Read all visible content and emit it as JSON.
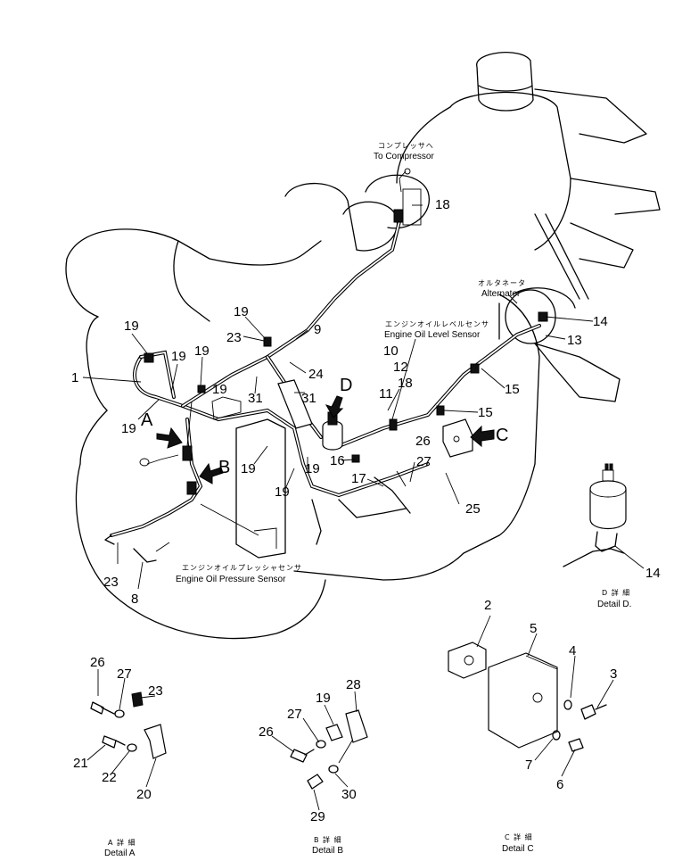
{
  "callouts": {
    "n1": "1",
    "n2": "2",
    "n3": "3",
    "n4": "4",
    "n5": "5",
    "n6": "6",
    "n7": "7",
    "n8": "8",
    "n9": "9",
    "n10": "10",
    "n11": "11",
    "n12": "12",
    "n13": "13",
    "n14": "14",
    "n14b": "14",
    "n15": "15",
    "n15b": "15",
    "n16": "16",
    "n17": "17",
    "n18": "18",
    "n18b": "18",
    "n19a": "19",
    "n19b": "19",
    "n19c": "19",
    "n19d": "19",
    "n19e": "19",
    "n19f": "19",
    "n19g": "19",
    "n19h": "19",
    "n19i": "19",
    "n20": "20",
    "n21": "21",
    "n22": "22",
    "n23": "23",
    "n23b": "23",
    "n23c": "23",
    "n24": "24",
    "n25": "25",
    "n26": "26",
    "n26b": "26",
    "n26c": "26",
    "n27": "27",
    "n27b": "27",
    "n27c": "27",
    "n28": "28",
    "n29": "29",
    "n30": "30",
    "n31": "31",
    "n31b": "31"
  },
  "view_markers": {
    "a": "A",
    "b": "B",
    "c": "C",
    "d": "D"
  },
  "labels": {
    "compressor_jp": "コンプレッサへ",
    "compressor_en": "To Compressor",
    "alternator_jp": "オルタネータ",
    "alternator_en": "Alternator",
    "level_sensor_jp": "エンジンオイルレベルセンサ",
    "level_sensor_en": "Engine Oil Level Sensor",
    "pressure_sensor_jp": "エンジンオイルプレッシャセンサ",
    "pressure_sensor_en": "Engine Oil Pressure Sensor"
  },
  "details": {
    "a_jp": "A 詳 細",
    "a_en": "Detail A",
    "b_jp": "B 詳 細",
    "b_en": "Detail B",
    "c_jp": "C 詳 細",
    "c_en": "Detail C",
    "d_jp": "D 詳 細",
    "d_en": "Detail D."
  }
}
